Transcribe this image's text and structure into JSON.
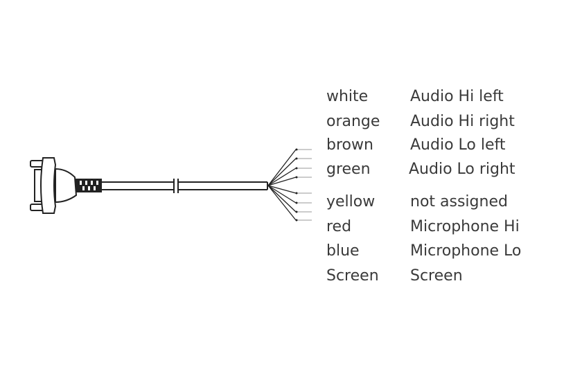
{
  "rows": [
    {
      "color": "white",
      "signal": "Audio Hi left"
    },
    {
      "color": "orange",
      "signal": "Audio Hi right"
    },
    {
      "color": "brown",
      "signal": "Audio Lo left"
    },
    {
      "color": "green",
      "signal": "Audio Lo right"
    },
    {
      "color": "yellow",
      "signal": "not assigned"
    },
    {
      "color": "red",
      "signal": "Microphone Hi"
    },
    {
      "color": "blue",
      "signal": "Microphone Lo"
    },
    {
      "color": "Screen",
      "signal": "Screen"
    }
  ]
}
